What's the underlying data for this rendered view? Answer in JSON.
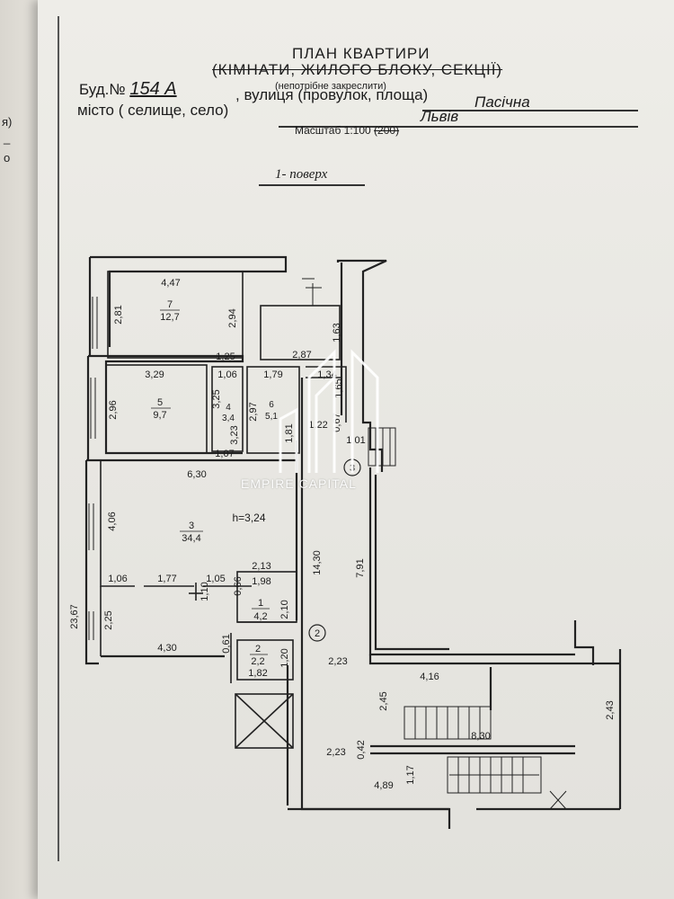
{
  "header": {
    "title": "ПЛАН КВАРТИРИ",
    "subtitle": "(КІМНАТИ, ЖИЛОГО БЛОКУ, СЕКЦІЇ)",
    "strike_note": "(непотрібне закреслити)",
    "building_label": "Буд.№",
    "building_number": "154 А",
    "street_label": ", вулиця (провулок, площа)",
    "street_value": "Пасічна",
    "city_label": "місто ( селище, село)",
    "city_value": "Львів",
    "scale_label": "Масштаб 1:100",
    "scale_struck": "(200)",
    "floor_label": "1- поверх"
  },
  "left_page": {
    "fragment_1": "я)",
    "fragment_2": "_",
    "fragment_3": "о"
  },
  "rooms": [
    {
      "id": "7",
      "area": "12,7"
    },
    {
      "id": "5",
      "area": "9,7"
    },
    {
      "id": "4",
      "area": "3,4"
    },
    {
      "id": "6",
      "area": "5,1"
    },
    {
      "id": "3",
      "area": "34,4"
    },
    {
      "id": "1",
      "area": "4,2"
    },
    {
      "id": "2",
      "area": "2,2"
    }
  ],
  "ceiling_height": "h=3,24",
  "dimensions": {
    "d_4_47": "4,47",
    "d_2_81": "2,81",
    "d_2_94": "2,94",
    "d_1_25": "1,25",
    "d_1_63": "1,63",
    "d_2_87": "2,87",
    "d_1_34": "1,34",
    "d_1_65": "1,65",
    "d_0_67": "0,67",
    "d_1_01": "1,01",
    "d_1_22": "1,22",
    "d_3_29": "3,29",
    "d_1_06a": "1,06",
    "d_1_79": "1,79",
    "d_2_96": "2,96",
    "d_3_25": "3,25",
    "d_3_23": "3,23",
    "d_2_97": "2,97",
    "d_1_81": "1,81",
    "d_1_07": "1,07",
    "d_6_30": "6,30",
    "d_4_06": "4,06",
    "d_14_30": "14,30",
    "d_7_91": "7,91",
    "d_1_06b": "1,06",
    "d_1_77": "1,77",
    "d_1_05": "1,05",
    "d_2_13": "2,13",
    "d_1_10": "1,10",
    "d_0_66": "0,66",
    "d_1_98": "1,98",
    "d_2_10": "2,10",
    "d_23_67": "23,67",
    "d_2_25": "2,25",
    "d_4_30": "4,30",
    "d_0_61": "0,61",
    "d_1_20": "1,20",
    "d_1_82": "1,82",
    "d_2_23a": "2,23",
    "d_4_16": "4,16",
    "d_2_45": "2,45",
    "d_2_43": "2,43",
    "d_8_30": "8,30",
    "d_0_42": "0,42",
    "d_2_23b": "2,23",
    "d_1_17": "1,17",
    "d_4_89": "4,89"
  },
  "markers": {
    "m2": "2",
    "m3": "3"
  },
  "watermark": "EMPIRE CAPITAL"
}
